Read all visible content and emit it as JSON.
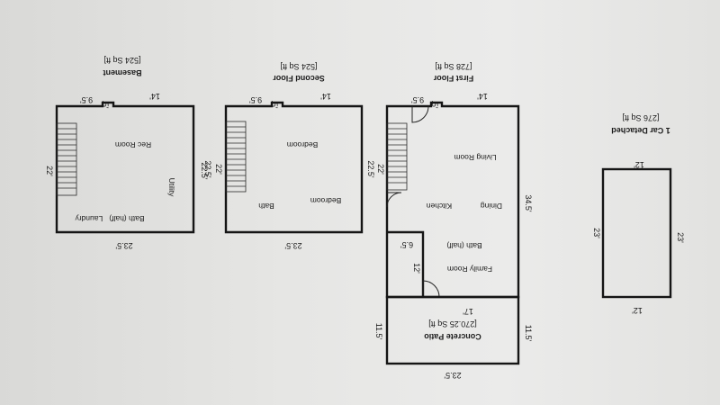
{
  "sections": {
    "garage": {
      "title": "1 Car Detached",
      "area": "[276 Sq ft]",
      "dim_top": "12'",
      "dim_bottom": "12'",
      "dim_left": "23'",
      "dim_right": "23'"
    },
    "first_floor": {
      "title": "First Floor",
      "area": "[728 Sq ft]",
      "dim_top_right": "14'",
      "dim_top_left": "9.5'",
      "dim_step": ".5'",
      "dim_left": "22.5'",
      "dim_stair": "22'",
      "dim_right": "34.5'",
      "dim_kitchen_step": "6.5'",
      "dim_family_wall": "12'",
      "rooms": {
        "living": "Living Room",
        "dining": "Dining",
        "kitchen": "Kitchen",
        "bath": "Bath (half)",
        "family": "Family Room"
      }
    },
    "patio": {
      "title": "Concrete Patio",
      "area": "[270.25 Sq ft]",
      "dim_top": "17'",
      "dim_left": "11.5'",
      "dim_right": "11.5'",
      "dim_bottom": "23.5'"
    },
    "second_floor": {
      "title": "Second Floor",
      "area": "[524 Sq ft]",
      "dim_top_right": "14'",
      "dim_top_left": "9.5'",
      "dim_step": ".5'",
      "dim_left": "22.5'",
      "dim_stair": "22'",
      "dim_bottom": "23.5'",
      "rooms": {
        "bedroom1": "Bedroom",
        "bedroom2": "Bedroom",
        "bath": "Bath"
      }
    },
    "basement": {
      "title": "Basement",
      "area": "[524 Sq ft]",
      "dim_top_right": "14'",
      "dim_top_left": "9.5'",
      "dim_step": ".5'",
      "dim_left": "22'",
      "dim_right": "22.5'",
      "dim_bottom": "23.5'",
      "rooms": {
        "rec": "Rec Room",
        "utility": "Utility",
        "bath_laundry": "Bath (half)   Laundry"
      }
    }
  }
}
